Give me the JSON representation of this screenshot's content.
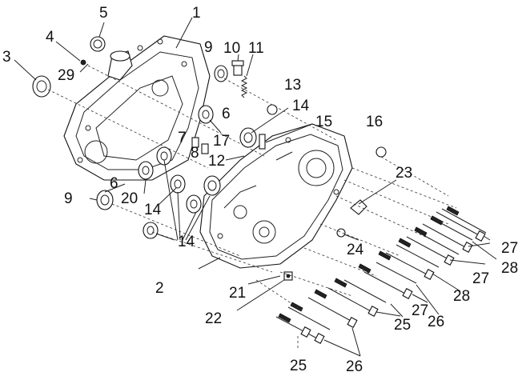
{
  "diagram": {
    "callouts": [
      "1",
      "2",
      "3",
      "4",
      "5",
      "6",
      "6",
      "7",
      "8",
      "9",
      "9",
      "10",
      "11",
      "12",
      "13",
      "14",
      "14",
      "14",
      "15",
      "16",
      "17",
      "20",
      "21",
      "22",
      "23",
      "24",
      "25",
      "25",
      "26",
      "26",
      "27",
      "27",
      "27",
      "28",
      "28",
      "29"
    ]
  }
}
